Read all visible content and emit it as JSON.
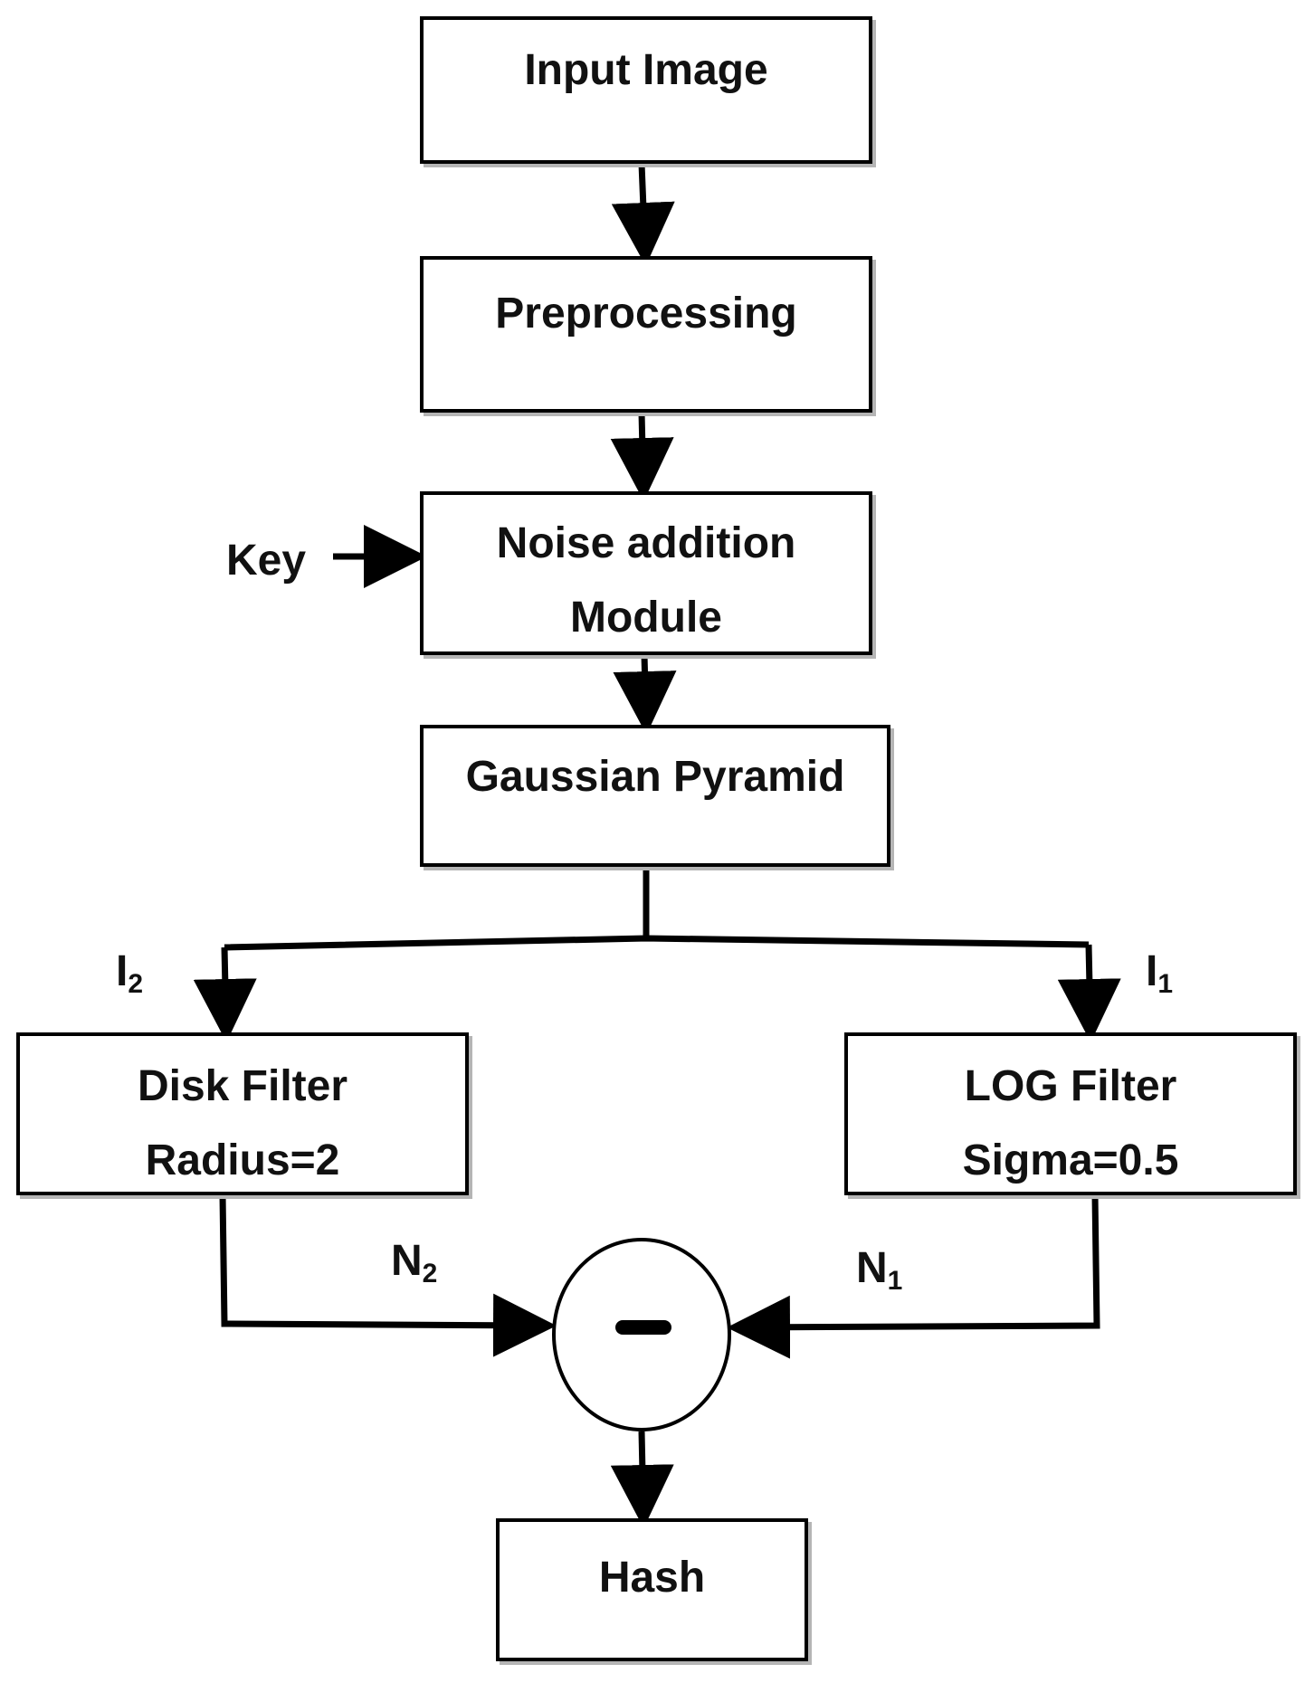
{
  "nodes": {
    "input_image": "Input Image",
    "preprocessing": "Preprocessing",
    "noise_addition": [
      "Noise addition",
      "Module"
    ],
    "gaussian_pyramid": "Gaussian Pyramid",
    "disk_filter": [
      "Disk Filter",
      "Radius=2"
    ],
    "log_filter": [
      "LOG Filter",
      "Sigma=0.5"
    ],
    "subtract_symbol": "−",
    "hash": "Hash"
  },
  "labels": {
    "key": "Key",
    "i2_main": "I",
    "i2_sub": "2",
    "i1_main": "I",
    "i1_sub": "1",
    "n2_main": "N",
    "n2_sub": "2",
    "n1_main": "N",
    "n1_sub": "1"
  },
  "colors": {
    "stroke": "#000000",
    "shadow": "#b5b5b5",
    "background": "#ffffff"
  }
}
